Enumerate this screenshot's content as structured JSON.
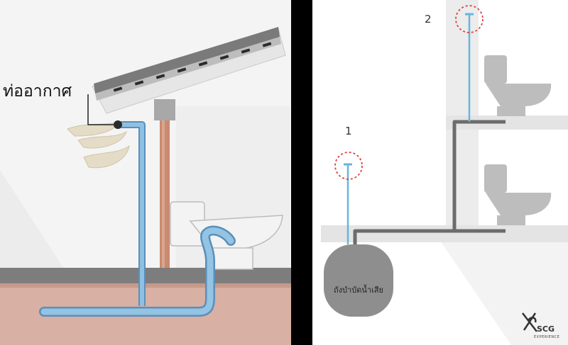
{
  "left_panel": {
    "vent_pipe_label": "ท่ออากาศ"
  },
  "right_panel": {
    "marker_1": "1",
    "marker_2": "2",
    "tank_label": "ถังบำบัดน้ำเสีย"
  },
  "brand": {
    "name": "SCG",
    "subtitle": "EXPERIENCE",
    "logo_icon": "scg-experience-logo-icon"
  },
  "colors": {
    "pipe_blue": "#6ea6cf",
    "pipe_blue_light": "#a9cfe8",
    "divider": "#000000",
    "ground_dark": "#7d7d7d",
    "soil": "#d8b0a4",
    "wall_grey": "#e9e9e9",
    "tank_grey": "#8e8e8e",
    "marker_red": "#e04040"
  }
}
